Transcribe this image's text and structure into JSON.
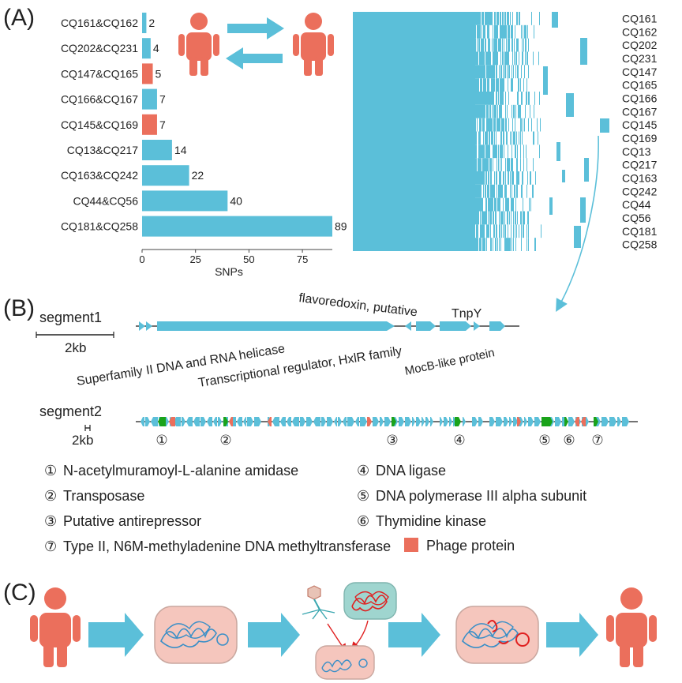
{
  "panels": {
    "a": "(A)",
    "b": "(B)",
    "c": "(C)"
  },
  "colors": {
    "teal": "#5bbfd9",
    "salmon": "#eb6f5c",
    "green": "#1aa31a",
    "red": "#e02020",
    "dark": "#222222"
  },
  "chart_data": {
    "type": "bar",
    "orientation": "horizontal",
    "categories": [
      "CQ161&CQ162",
      "CQ202&CQ231",
      "CQ147&CQ165",
      "CQ166&CQ167",
      "CQ145&CQ169",
      "CQ13&CQ217",
      "CQ163&CQ242",
      "CQ44&CQ56",
      "CQ181&CQ258"
    ],
    "values": [
      2,
      4,
      5,
      7,
      7,
      14,
      22,
      40,
      89
    ],
    "bar_colors": [
      "#5bbfd9",
      "#5bbfd9",
      "#eb6f5c",
      "#5bbfd9",
      "#eb6f5c",
      "#5bbfd9",
      "#5bbfd9",
      "#5bbfd9",
      "#5bbfd9"
    ],
    "xticks": [
      "0",
      "25",
      "50",
      "75"
    ],
    "xlabel": "SNPs",
    "xlim": [
      0,
      89
    ]
  },
  "heatmap": {
    "strains": [
      "CQ161",
      "CQ162",
      "CQ202",
      "CQ231",
      "CQ147",
      "CQ165",
      "CQ166",
      "CQ167",
      "CQ145",
      "CQ169",
      "CQ13",
      "CQ217",
      "CQ163",
      "CQ242",
      "CQ44",
      "CQ56",
      "CQ181",
      "CQ258"
    ]
  },
  "segment1": {
    "title": "segment1",
    "scale": "2kb",
    "labels_above": [
      "flavoredoxin, putative",
      "TnpY"
    ],
    "labels_below": [
      "Superfamily II DNA and RNA helicase",
      "Transcriptional regulator, HxlR family",
      "MocB-like protein"
    ]
  },
  "segment2": {
    "title": "segment2",
    "scale": "2kb",
    "markers": [
      "①",
      "②",
      "③",
      "④",
      "⑤",
      "⑥",
      "⑦"
    ]
  },
  "legend": [
    {
      "num": "①",
      "text": "N-acetylmuramoyl-L-alanine amidase"
    },
    {
      "num": "②",
      "text": "Transposase"
    },
    {
      "num": "③",
      "text": "Putative antirepressor"
    },
    {
      "num": "④",
      "text": "DNA ligase"
    },
    {
      "num": "⑤",
      "text": "DNA polymerase III alpha subunit"
    },
    {
      "num": "⑥",
      "text": "Thymidine kinase"
    },
    {
      "num": "⑦",
      "text": "Type II, N6M-methyladenine DNA methyltransferase"
    }
  ],
  "phage_legend": "Phage protein"
}
